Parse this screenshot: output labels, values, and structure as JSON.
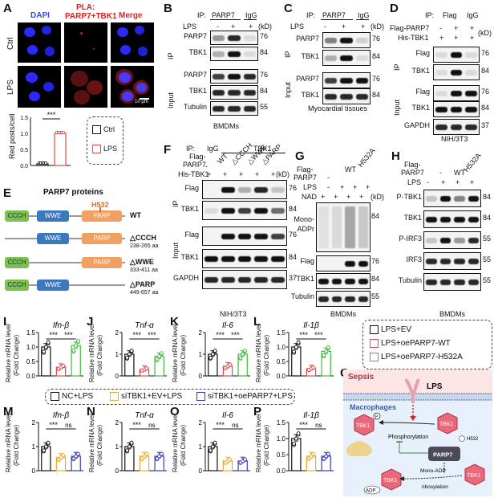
{
  "panels": {
    "A": "A",
    "B": "B",
    "C": "C",
    "D": "D",
    "E": "E",
    "F": "F",
    "G": "G",
    "H": "H",
    "I": "I",
    "J": "J",
    "K": "K",
    "L": "L",
    "M": "M",
    "N": "N",
    "O": "O",
    "P": "P",
    "Q": "Q"
  },
  "panelA": {
    "dapi": "DAPI",
    "pla": "PLA:",
    "pla2": "PARP7+TBK1",
    "merge": "Merge",
    "row_ctrl": "Ctrl",
    "row_lps": "LPS",
    "scale": "10 μm",
    "ylabel": "Red posts/cell",
    "sig": "***",
    "legend_ctrl": "Ctrl",
    "legend_lps": "LPS"
  },
  "panelB": {
    "ip": "IP:",
    "parp7": "PARP7",
    "igg": "IgG",
    "lps": "LPS",
    "minus": "-",
    "plus": "+",
    "kd": "(kD)",
    "side_ip": "IP",
    "side_input": "Input",
    "rows": [
      "PARP7",
      "TBK1",
      "PARP7",
      "TBK1",
      "Tubulin"
    ],
    "mw": [
      "76",
      "84",
      "76",
      "84",
      "55"
    ],
    "caption": "BMDMs"
  },
  "panelC": {
    "ip": "IP:",
    "parp7": "PARP7",
    "igg": "IgG",
    "lps": "LPS",
    "kd": "(kD)",
    "side_ip": "IP",
    "side_input": "Input",
    "rows": [
      "PARP7",
      "TBK1",
      "PARP7",
      "TBK1"
    ],
    "mw": [
      "76",
      "84",
      "76",
      "84"
    ],
    "caption": "Myocardial tissues"
  },
  "panelD": {
    "ip": "IP:",
    "flag": "Flag",
    "igg": "IgG",
    "flag_parp7": "Flag-PARP7",
    "his_tbk1": "His-TBK1",
    "kd": "(kD)",
    "side_ip": "IP",
    "side_input": "Input",
    "rows": [
      "Flag",
      "TBK1",
      "Flag",
      "TBK1",
      "GAPDH"
    ],
    "mw": [
      "76",
      "84",
      "76",
      "84",
      "37"
    ],
    "caption": "NIH/3T3"
  },
  "panelE": {
    "title": "PARP7 proteins",
    "h532": "H532",
    "constructs": [
      {
        "name": "WT",
        "range": ""
      },
      {
        "name": "△CCCH",
        "range": "238-265 aa"
      },
      {
        "name": "△WWE",
        "range": "333-411 aa"
      },
      {
        "name": "△PARP",
        "range": "449-657 aa"
      }
    ],
    "domains": {
      "ccch": "CCCH",
      "wwe": "WWE",
      "parp": "PARP"
    }
  },
  "panelF": {
    "ip": "IP:",
    "igg": "IgG",
    "tbk1": "TBK1",
    "flag_parp7": "Flag-",
    "flag_parp7b": "PARP7",
    "his_tbk1": "His-TBK1",
    "kd": "(kD)",
    "cols": [
      "-",
      "WT",
      "△CCCH",
      "△WWE",
      "△PARP"
    ],
    "side_ip": "IP",
    "side_input": "Input",
    "rows": [
      "Flag",
      "TBK1",
      "Flag",
      "TBK1",
      "GAPDH"
    ],
    "mw": [
      "76",
      "84",
      "76",
      "84",
      "37"
    ],
    "caption": "NIH/3T3"
  },
  "panelG": {
    "flag_parp7": "Flag-",
    "flag_parp7b": "PARP7",
    "wt": "WT",
    "h532a": "H532A",
    "lps": "LPS",
    "nad": "NAD",
    "kd": "(kD)",
    "rows": [
      "Mono-",
      "ADPr",
      "Flag",
      "TBK1",
      "Tubulin"
    ],
    "mw": [
      "84",
      "76",
      "84",
      "55"
    ],
    "caption": "BMDMs"
  },
  "panelH": {
    "flag_parp7": "Flag-",
    "flag_parp7b": "PARP7",
    "wt": "WT",
    "h532a": "H532A",
    "lps": "LPS",
    "rows": [
      "P-TBK1",
      "TBK1",
      "P-IRF3",
      "IRF3",
      "Tubulin"
    ],
    "mw": [
      "84",
      "84",
      "55",
      "55",
      "55"
    ],
    "caption": "BMDMs"
  },
  "legend_top": [
    "LPS+EV",
    "LPS+oePARP7-WT",
    "LPS+oePARP7-H532A"
  ],
  "legend_bottom": [
    "NC+LPS",
    "siTBK1+EV+LPS",
    "siTBK1+oePARP7+LPS"
  ],
  "ylabel1": "Relative mRNA level",
  "ylabel2": "(Fold Change)",
  "sig3": "***",
  "ns": "ns",
  "panelQ": {
    "sepsis": "Sepsis",
    "lps": "LPS",
    "macrophages": "Macrophages",
    "tbk1": "TBK1",
    "p": "P",
    "phos": "Phosphorylation",
    "h532": "H532",
    "parp7": "PARP7",
    "adp": "ADP",
    "mono": "Mono-ADP",
    "ribo": "ribosylation"
  },
  "chart_data": [
    {
      "panel": "A",
      "type": "bar",
      "categories": [
        "Ctrl",
        "LPS"
      ],
      "values": [
        0.05,
        1.0
      ],
      "ylabel": "Red posts/cell"
    },
    {
      "panel": "I",
      "type": "bar",
      "title": "Ifn-β",
      "categories": [
        "LPS+EV",
        "LPS+oePARP7-WT",
        "LPS+oePARP7-H532A"
      ],
      "values": [
        1.0,
        0.3,
        1.05
      ],
      "ylim": [
        0,
        1.5
      ],
      "yticks": [
        "0.0",
        "0.5",
        "1.0",
        "1.5"
      ]
    },
    {
      "panel": "J",
      "type": "bar",
      "title": "Tnf-α",
      "categories": [
        "LPS+EV",
        "LPS+oePARP7-WT",
        "LPS+oePARP7-H532A"
      ],
      "values": [
        1.0,
        0.3,
        0.9
      ],
      "ylim": [
        0,
        2
      ],
      "yticks": [
        "0",
        "1",
        "2"
      ]
    },
    {
      "panel": "K",
      "type": "bar",
      "title": "Il-6",
      "categories": [
        "LPS+EV",
        "LPS+oePARP7-WT",
        "LPS+oePARP7-H532A"
      ],
      "values": [
        1.0,
        0.45,
        1.0
      ],
      "ylim": [
        0,
        2
      ],
      "yticks": [
        "0",
        "1",
        "2"
      ]
    },
    {
      "panel": "L",
      "type": "bar",
      "title": "Il-1β",
      "categories": [
        "LPS+EV",
        "LPS+oePARP7-WT",
        "LPS+oePARP7-H532A"
      ],
      "values": [
        1.0,
        0.25,
        0.85
      ],
      "ylim": [
        0,
        1.5
      ],
      "yticks": [
        "0.0",
        "0.5",
        "1.0",
        "1.5"
      ]
    },
    {
      "panel": "M",
      "type": "bar",
      "title": "Ifn-β",
      "categories": [
        "NC+LPS",
        "siTBK1+EV+LPS",
        "siTBK1+oePARP7+LPS"
      ],
      "values": [
        1.0,
        0.55,
        0.6
      ],
      "ylim": [
        0,
        2
      ],
      "yticks": [
        "0",
        "1",
        "2"
      ]
    },
    {
      "panel": "N",
      "type": "bar",
      "title": "Tnf-α",
      "categories": [
        "NC+LPS",
        "siTBK1+EV+LPS",
        "siTBK1+oePARP7+LPS"
      ],
      "values": [
        1.0,
        0.6,
        0.6
      ],
      "ylim": [
        0,
        2
      ],
      "yticks": [
        "0",
        "1",
        "2"
      ]
    },
    {
      "panel": "O",
      "type": "bar",
      "title": "Il-6",
      "categories": [
        "NC+LPS",
        "siTBK1+EV+LPS",
        "siTBK1+oePARP7+LPS"
      ],
      "values": [
        1.0,
        0.4,
        0.4
      ],
      "ylim": [
        0,
        2
      ],
      "yticks": [
        "0",
        "1",
        "2"
      ]
    },
    {
      "panel": "P",
      "type": "bar",
      "title": "Il-1β",
      "categories": [
        "NC+LPS",
        "siTBK1+EV+LPS",
        "siTBK1+oePARP7+LPS"
      ],
      "values": [
        1.0,
        0.45,
        0.45
      ],
      "ylim": [
        0,
        1.5
      ],
      "yticks": [
        "0.0",
        "0.5",
        "1.0",
        "1.5"
      ]
    }
  ],
  "colors": {
    "c1": "#111111",
    "c2": "#e24a4a",
    "c3": "#3dbb3d",
    "d2": "#f0a830",
    "d3": "#3b3bb8"
  }
}
